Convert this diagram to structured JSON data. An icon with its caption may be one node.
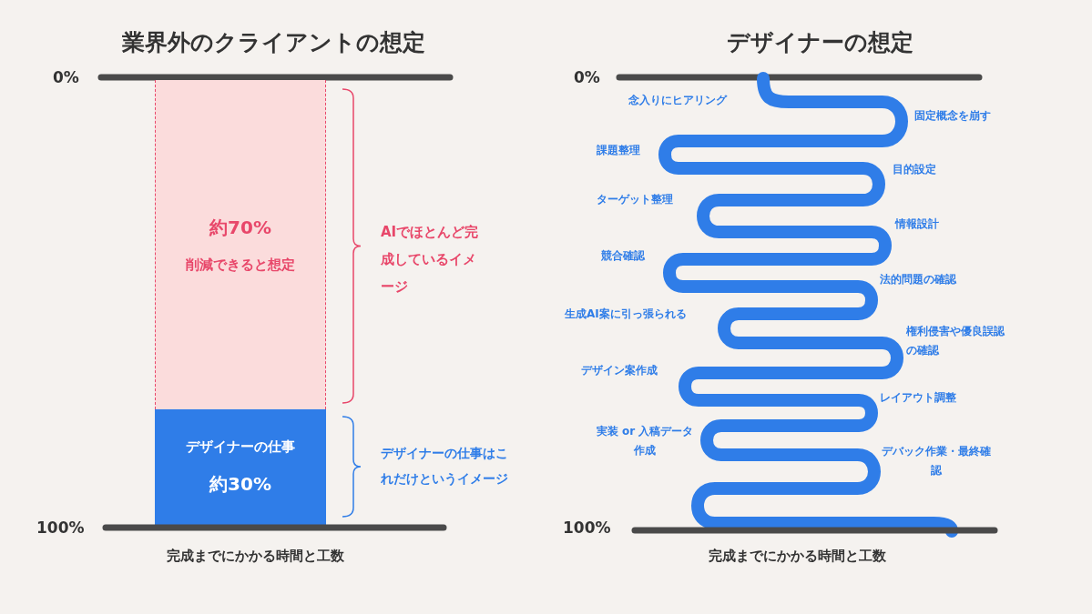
{
  "diagram": {
    "nodes": [
      {
        "text": [
          "約70%",
          "削減できると想定"
        ]
      },
      {
        "text": [
          "デザイナーの仕事",
          "約30%"
        ]
      }
    ],
    "labels": [
      "業界外のクライアントの想定",
      "0%",
      "AIでほとんど完成しているイメージ",
      "デザイナーの仕事はこれだけというイメージ",
      "100%",
      "完成までにかかる時間と工数",
      "デザイナーの想定",
      "0%",
      "念入りにヒアリング",
      "固定概念を崩す",
      "課題整理",
      "目的設定",
      "ターゲット整理",
      "情報設計",
      "競合確認",
      "法的問題の確認",
      "生成AI案に引っ張られる",
      "権利侵害や優良誤認の確認",
      "デザイン案作成",
      "レイアウト調整",
      "実装 or 入稿データ作成",
      "デバック作業・最終確認",
      "100%",
      "完成までにかかる時間と工数"
    ]
  }
}
